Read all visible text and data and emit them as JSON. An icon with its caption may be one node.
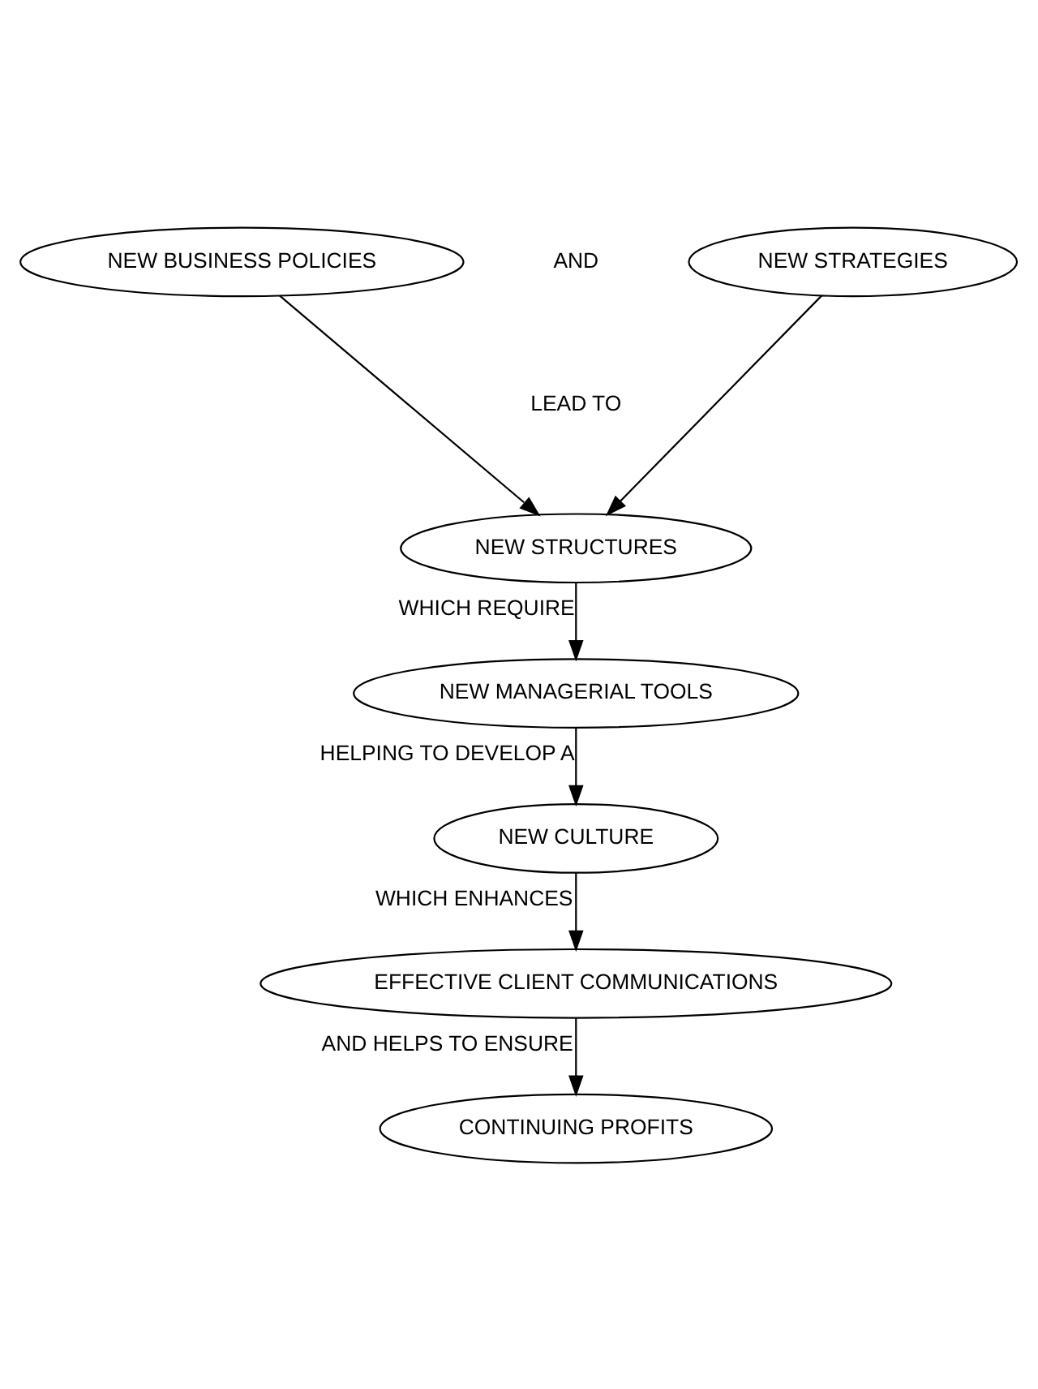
{
  "diagram": {
    "nodes": [
      {
        "text": [
          "NEW BUSINESS POLICIES"
        ]
      },
      {
        "text": [
          "NEW STRATEGIES"
        ]
      },
      {
        "text": [
          "NEW STRUCTURES"
        ]
      },
      {
        "text": [
          "NEW MANAGERIAL TOOLS"
        ]
      },
      {
        "text": [
          "NEW CULTURE"
        ]
      },
      {
        "text": [
          "EFFECTIVE CLIENT COMMUNICATIONS"
        ]
      },
      {
        "text": [
          "CONTINUING PROFITS"
        ]
      }
    ],
    "edges": [
      {
        "from": 0,
        "to": 2,
        "arrow": "to"
      },
      {
        "from": 1,
        "to": 2,
        "arrow": "to"
      },
      {
        "from": 2,
        "to": 3,
        "arrow": "to",
        "label": "WHICH REQUIRE"
      },
      {
        "from": 3,
        "to": 4,
        "arrow": "to",
        "label": "HELPING TO DEVELOP A"
      },
      {
        "from": 4,
        "to": 5,
        "arrow": "to",
        "label": "WHICH ENHANCES"
      },
      {
        "from": 5,
        "to": 6,
        "arrow": "to",
        "label": "AND HELPS TO ENSURE"
      }
    ],
    "labels": [
      "AND",
      "LEAD TO"
    ]
  }
}
